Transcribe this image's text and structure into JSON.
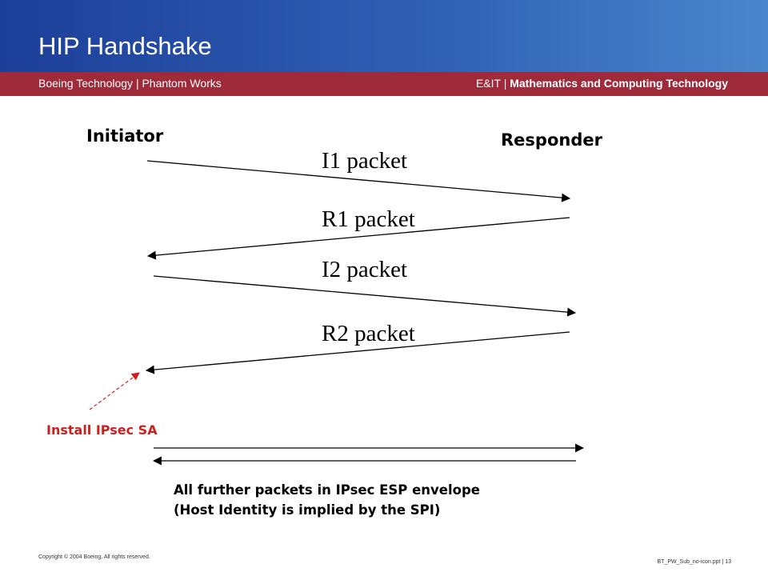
{
  "header": {
    "title": "HIP Handshake",
    "band_left": "Boeing Technology | Phantom Works",
    "band_right_prefix": "E&IT | ",
    "band_right_bold": "Mathematics and Computing Technology"
  },
  "diagram": {
    "initiator": "Initiator",
    "responder": "Responder",
    "packets": [
      "I1 packet",
      "R1 packet",
      "I2 packet",
      "R2 packet"
    ],
    "install_note": "Install IPsec SA",
    "further_line1": "All further packets in IPsec ESP envelope",
    "further_line2": "(Host Identity is implied by the SPI)"
  },
  "colors": {
    "header_blue": "#1d3f9a",
    "band_red": "#9e2a3a",
    "annotation_red": "#cc1f1f"
  },
  "footer": {
    "copyright": "Copyright © 2004 Boeing. All rights reserved.",
    "file": "BT_PW_Sub_no-icon.ppt  | 13"
  }
}
